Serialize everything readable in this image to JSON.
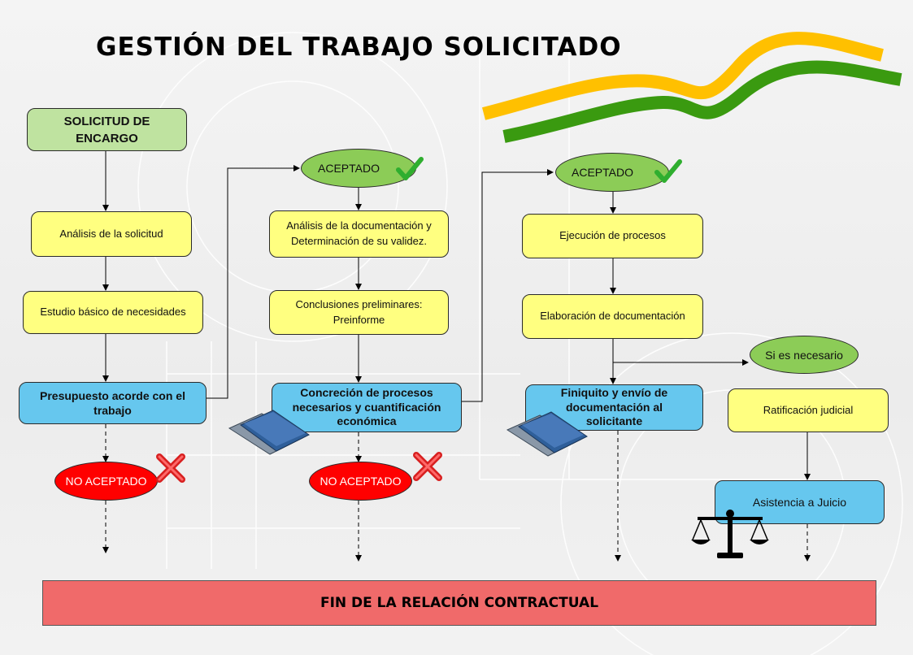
{
  "title": "GESTIÓN DEL TRABAJO SOLICITADO",
  "nodes": {
    "solicitud": [
      "SOLICITUD DE",
      "ENCARGO"
    ],
    "analisis_solicitud": "Análisis de la solicitud",
    "estudio_basico": "Estudio básico de necesidades",
    "presupuesto": [
      "Presupuesto acorde con el",
      "trabajo"
    ],
    "no_aceptado_1": "NO ACEPTADO",
    "aceptado_1": "ACEPTADO",
    "analisis_documentacion": [
      "Análisis de la documentación y",
      "Determinación de su validez."
    ],
    "conclusiones": [
      "Conclusiones preliminares:",
      "Preinforme"
    ],
    "concrecion": [
      "Concreción de procesos",
      "necesarios y cuantificación",
      "económica"
    ],
    "no_aceptado_2": "NO ACEPTADO",
    "aceptado_2": "ACEPTADO",
    "ejecucion": "Ejecución de procesos",
    "elaboracion": "Elaboración de documentación",
    "finiquito": [
      "Finiquito y envío de",
      "documentación al",
      "solicitante"
    ],
    "si_necesario": "Si es necesario",
    "ratificacion": "Ratificación judicial",
    "asistencia": "Asistencia a Juicio",
    "fin": "FIN DE LA RELACIÓN CONTRACTUAL"
  },
  "colors": {
    "start_green": "#bfe3a0",
    "process_yellow": "#ffff80",
    "key_blue": "#66c7ee",
    "accepted_green": "#8ccc57",
    "rejected_red": "#ff0000",
    "end_bar": "#f06a6a",
    "deco_yellow": "#ffc000",
    "deco_green": "#3a9a10"
  },
  "icons": [
    "check-icon",
    "cross-icon",
    "folders-icon",
    "scales-of-justice-icon",
    "decorative-waves-icon"
  ]
}
